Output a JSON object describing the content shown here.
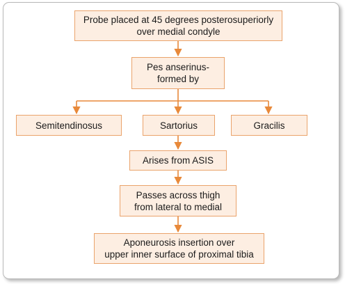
{
  "diagram": {
    "colors": {
      "box_fill": "#fdeee2",
      "box_border": "#eaa36b",
      "arrow": "#e8893a",
      "frame_border": "#b9b9b9"
    },
    "nodes": {
      "probe": "Probe placed at 45 degrees posterosuperiorly\nover medial condyle",
      "pes": "Pes anserinus-\nformed by",
      "semitendinosus": "Semitendinosus",
      "sartorius": "Sartorius",
      "gracilis": "Gracilis",
      "arises": "Arises from ASIS",
      "passes": "Passes across thigh\nfrom lateral to medial",
      "aponeurosis": "Aponeurosis insertion over\nupper inner surface of proximal tibia"
    },
    "edges": [
      [
        "probe",
        "pes"
      ],
      [
        "pes",
        "semitendinosus"
      ],
      [
        "pes",
        "sartorius"
      ],
      [
        "pes",
        "gracilis"
      ],
      [
        "sartorius",
        "arises"
      ],
      [
        "arises",
        "passes"
      ],
      [
        "passes",
        "aponeurosis"
      ]
    ]
  }
}
